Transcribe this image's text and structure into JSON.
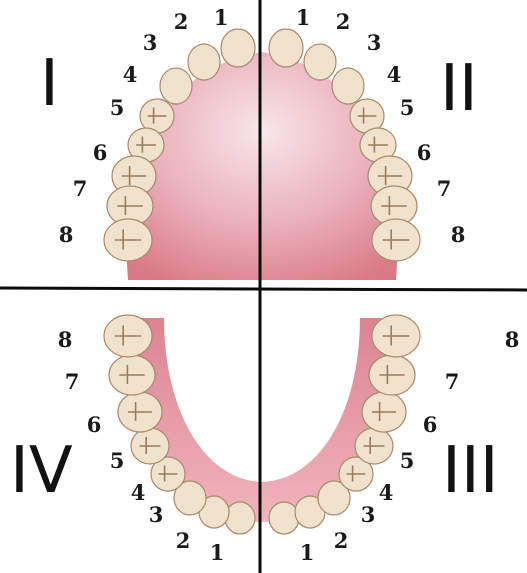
{
  "quadrants": {
    "upper_left": "I",
    "upper_right": "II",
    "lower_right": "III",
    "lower_left": "IV"
  },
  "tooth_numbers": {
    "upper_left": [
      "1",
      "2",
      "3",
      "4",
      "5",
      "6",
      "7",
      "8"
    ],
    "upper_right": [
      "1",
      "2",
      "3",
      "4",
      "5",
      "6",
      "7",
      "8"
    ],
    "lower_right": [
      "1",
      "2",
      "3",
      "4",
      "5",
      "6",
      "7",
      "8"
    ],
    "lower_left": [
      "1",
      "2",
      "3",
      "4",
      "5",
      "6",
      "7",
      "8"
    ]
  },
  "colors": {
    "palate_inner": "#d97a86",
    "palate_outer": "#f7e2e6",
    "gum": "#e69aa6",
    "tooth_fill": "#f1e2cd",
    "tooth_outline": "#a88a6a",
    "divider_lines": "#0b0b0b"
  }
}
